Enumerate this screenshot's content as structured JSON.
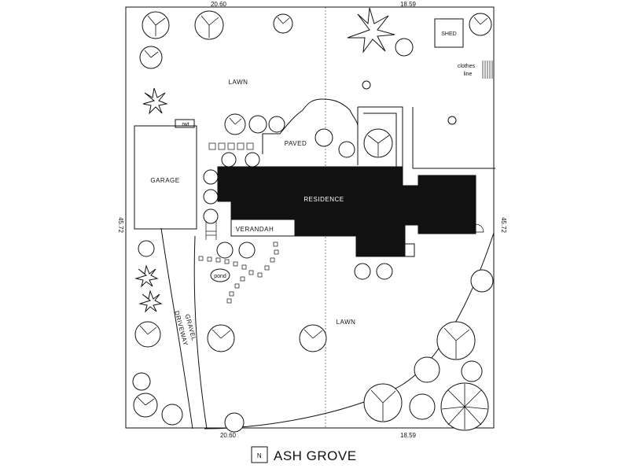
{
  "plan": {
    "dimensions": {
      "top_left": "20.60",
      "top_right": "18.59",
      "bottom_left": "20.60",
      "bottom_right": "18.59",
      "left": "45.72",
      "right": "45.72"
    },
    "labels": {
      "shed": "SHED",
      "clothes_line_1": "clothes",
      "clothes_line_2": "line",
      "lawn_top": "LAWN",
      "rwt": "rwt",
      "paved": "PAVED",
      "garage": "GARAGE",
      "residence": "RESIDENCE",
      "verandah": "VERANDAH",
      "pond": "pond",
      "driveway_1": "GRAVEL",
      "driveway_2": "DRIVEWAY",
      "lawn_bottom": "LAWN"
    },
    "street": "ASH GROVE",
    "north_marker": "N"
  }
}
